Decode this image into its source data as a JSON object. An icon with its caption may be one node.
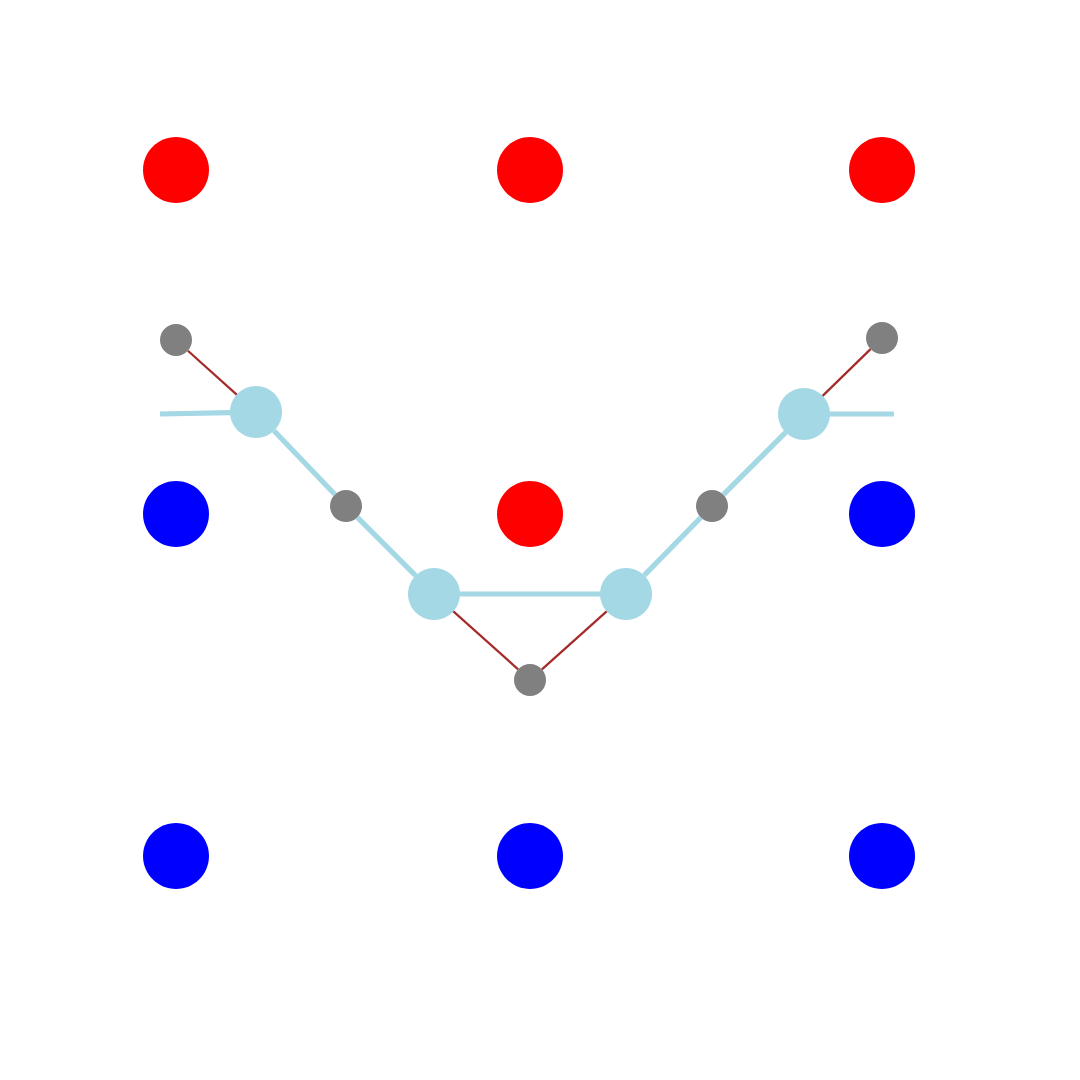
{
  "diagram": {
    "nodes": [
      {
        "text": [],
        "shape": "circle"
      },
      {
        "text": [],
        "shape": "circle"
      },
      {
        "text": [],
        "shape": "circle"
      },
      {
        "text": [],
        "shape": "circle"
      },
      {
        "text": [],
        "shape": "circle"
      },
      {
        "text": [],
        "shape": "circle"
      },
      {
        "text": [],
        "shape": "circle"
      },
      {
        "text": [],
        "shape": "circle"
      },
      {
        "text": [],
        "shape": "circle"
      }
    ],
    "edges": [
      {
        "from": null,
        "to": 1,
        "arrow": "none",
        "color": "#a3d8e4"
      },
      {
        "from": 1,
        "to": 2,
        "arrow": "none",
        "color": "#a3d8e4"
      },
      {
        "from": 2,
        "to": 3,
        "arrow": "none",
        "color": "#a3d8e4"
      },
      {
        "from": 3,
        "to": 5,
        "arrow": "none",
        "color": "#a3d8e4"
      },
      {
        "from": 5,
        "to": 6,
        "arrow": "none",
        "color": "#a3d8e4"
      },
      {
        "from": 6,
        "to": 7,
        "arrow": "none",
        "color": "#a3d8e4"
      },
      {
        "from": 7,
        "to": null,
        "arrow": "none",
        "color": "#a3d8e4"
      },
      {
        "from": 0,
        "to": 1,
        "arrow": "none",
        "color": "#a52a2a"
      },
      {
        "from": 3,
        "to": 4,
        "arrow": "none",
        "color": "#a52a2a"
      },
      {
        "from": 4,
        "to": 5,
        "arrow": "none",
        "color": "#a52a2a"
      },
      {
        "from": 7,
        "to": 8,
        "arrow": "none",
        "color": "#a52a2a"
      }
    ]
  }
}
